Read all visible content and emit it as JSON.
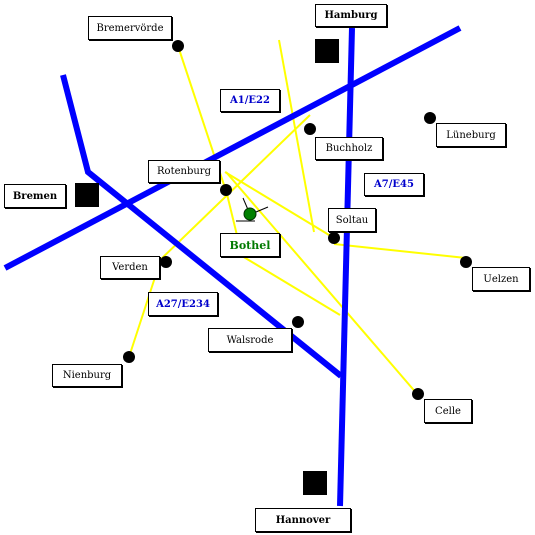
{
  "colors": {
    "motorway": "#0000ff",
    "road": "#ffff00",
    "city_dot": "#000000",
    "major_city_square": "#000000",
    "focus_dot": "#008000",
    "road_label_text": "#0000cc",
    "focus_label_text": "#007a00"
  },
  "major_cities": {
    "hamburg": "Hamburg",
    "bremen": "Bremen",
    "hannover": "Hannover"
  },
  "towns": {
    "bremervoerde": "Bremervörde",
    "rotenburg": "Rotenburg",
    "buchholz": "Buchholz",
    "lueneburg": "Lüneburg",
    "soltau": "Soltau",
    "uelzen": "Uelzen",
    "verden": "Verden",
    "walsrode": "Walsrode",
    "nienburg": "Nienburg",
    "celle": "Celle"
  },
  "focus": {
    "bothel": "Bothel"
  },
  "motorways": {
    "a1": "A1/E22",
    "a7": "A7/E45",
    "a27": "A27/E234"
  }
}
